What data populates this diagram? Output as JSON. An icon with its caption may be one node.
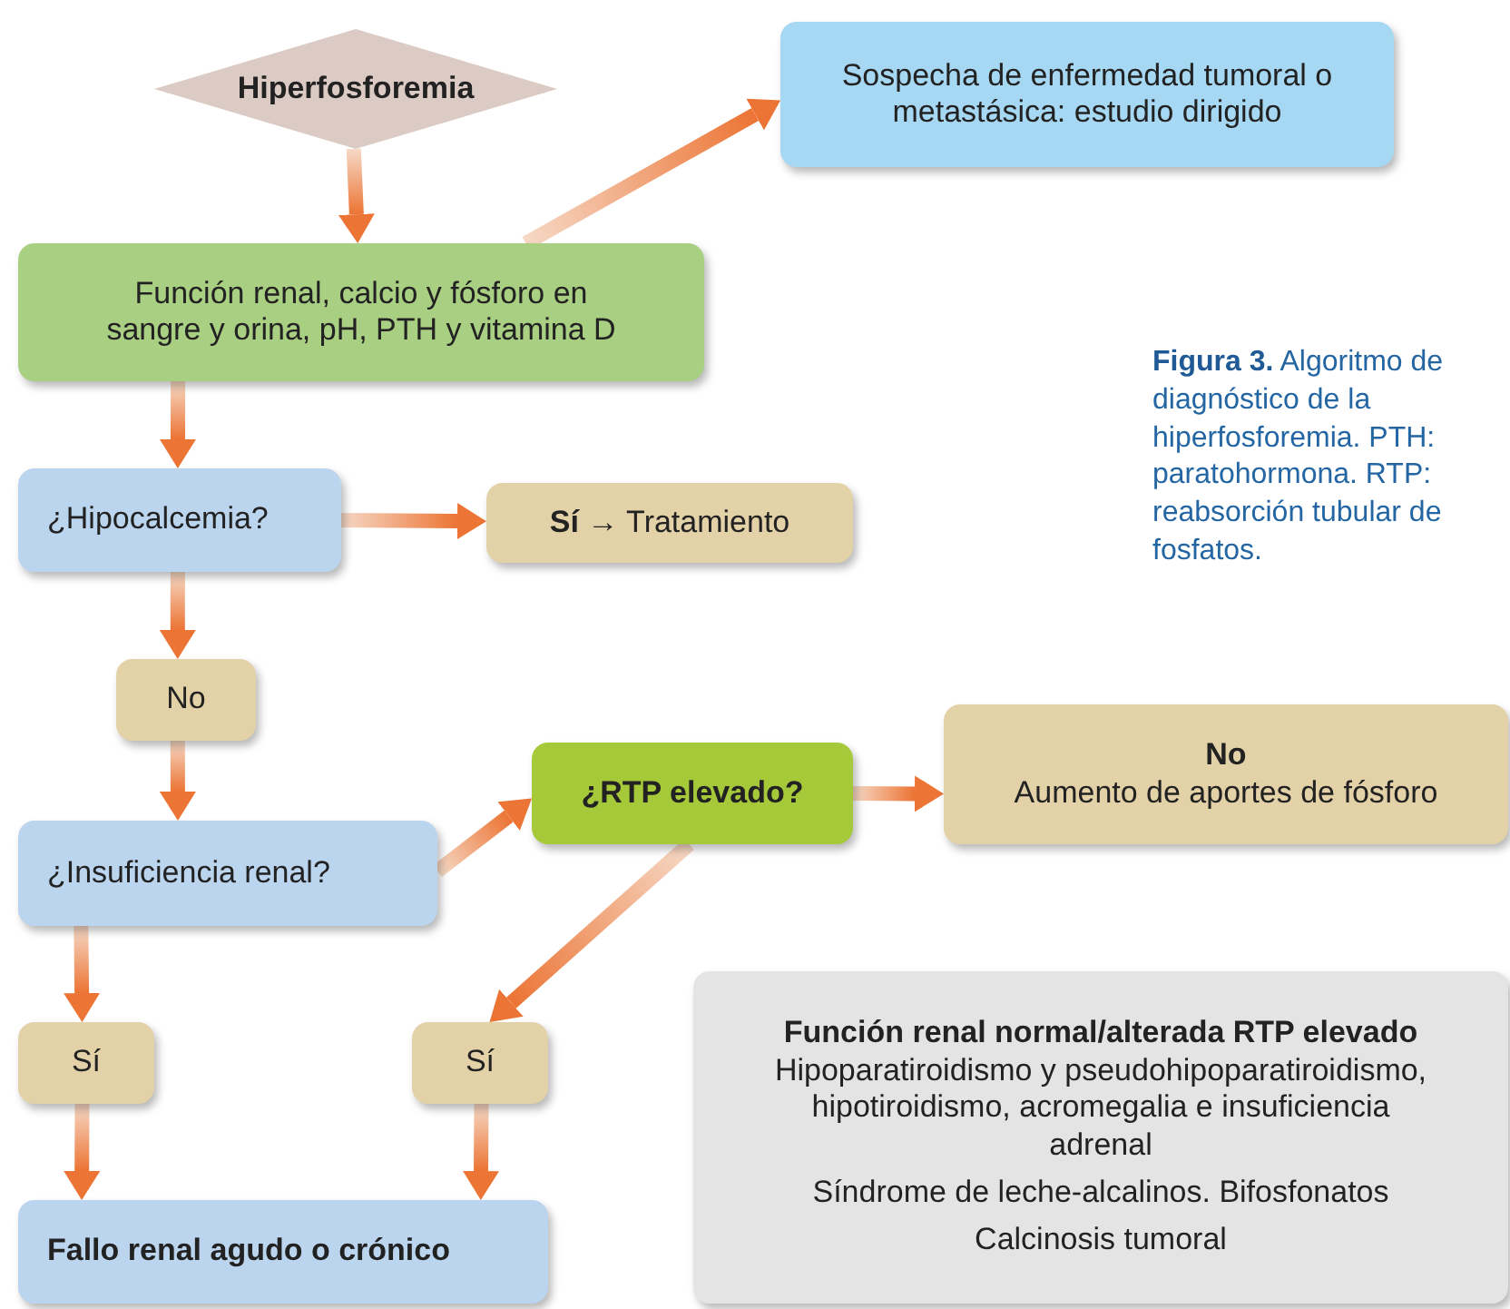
{
  "diagram": {
    "caption": "**Figura 3.** Algoritmo de diagnóstico de la hiperfosforemia. PTH: paratohormona. RTP: reabsorción tubular de fosfatos.",
    "nodes": [
      {
        "text": [
          "Hiperfosforemia"
        ]
      },
      {
        "text": [
          "Sospecha de enfermedad tumoral o metastásica: estudio dirigido"
        ]
      },
      {
        "text": [
          "Función renal, calcio y fósforo en sangre y orina, pH, PTH y vitamina D"
        ]
      },
      {
        "text": [
          "¿Hipocalcemia?"
        ]
      },
      {
        "text": [
          "**Sí** → Tratamiento"
        ]
      },
      {
        "text": [
          "No"
        ]
      },
      {
        "text": [
          "¿Insuficiencia renal?"
        ]
      },
      {
        "text": [
          "¿RTP elevado?"
        ]
      },
      {
        "text": [
          "No",
          "Aumento de aportes de fósforo"
        ]
      },
      {
        "text": [
          "Sí"
        ]
      },
      {
        "text": [
          "Sí"
        ]
      },
      {
        "text": [
          "Fallo renal agudo o crónico"
        ]
      },
      {
        "text": [
          "Función renal normal/alterada RTP elevado",
          "Hipoparatiroidismo y pseudohipoparatiroidismo, hipotiroidismo, acromegalia e insuficiencia adrenal",
          "Síndrome de leche-alcalinos. Bifosfonatos",
          "Calcinosis tumoral"
        ]
      }
    ],
    "edges": [
      {
        "from": 0,
        "to": 2,
        "arrow": "to"
      },
      {
        "from": 2,
        "to": 1,
        "arrow": "to"
      },
      {
        "from": 2,
        "to": 3,
        "arrow": "to"
      },
      {
        "from": 3,
        "to": 4,
        "arrow": "to"
      },
      {
        "from": 3,
        "to": 5,
        "arrow": "to"
      },
      {
        "from": 5,
        "to": 6,
        "arrow": "to"
      },
      {
        "from": 6,
        "to": 7,
        "arrow": "to"
      },
      {
        "from": 7,
        "to": 8,
        "arrow": "to"
      },
      {
        "from": 7,
        "to": 10,
        "arrow": "to"
      },
      {
        "from": 6,
        "to": 9,
        "arrow": "to"
      },
      {
        "from": 9,
        "to": 11,
        "arrow": "to"
      },
      {
        "from": 10,
        "to": 11,
        "arrow": "to"
      }
    ]
  }
}
